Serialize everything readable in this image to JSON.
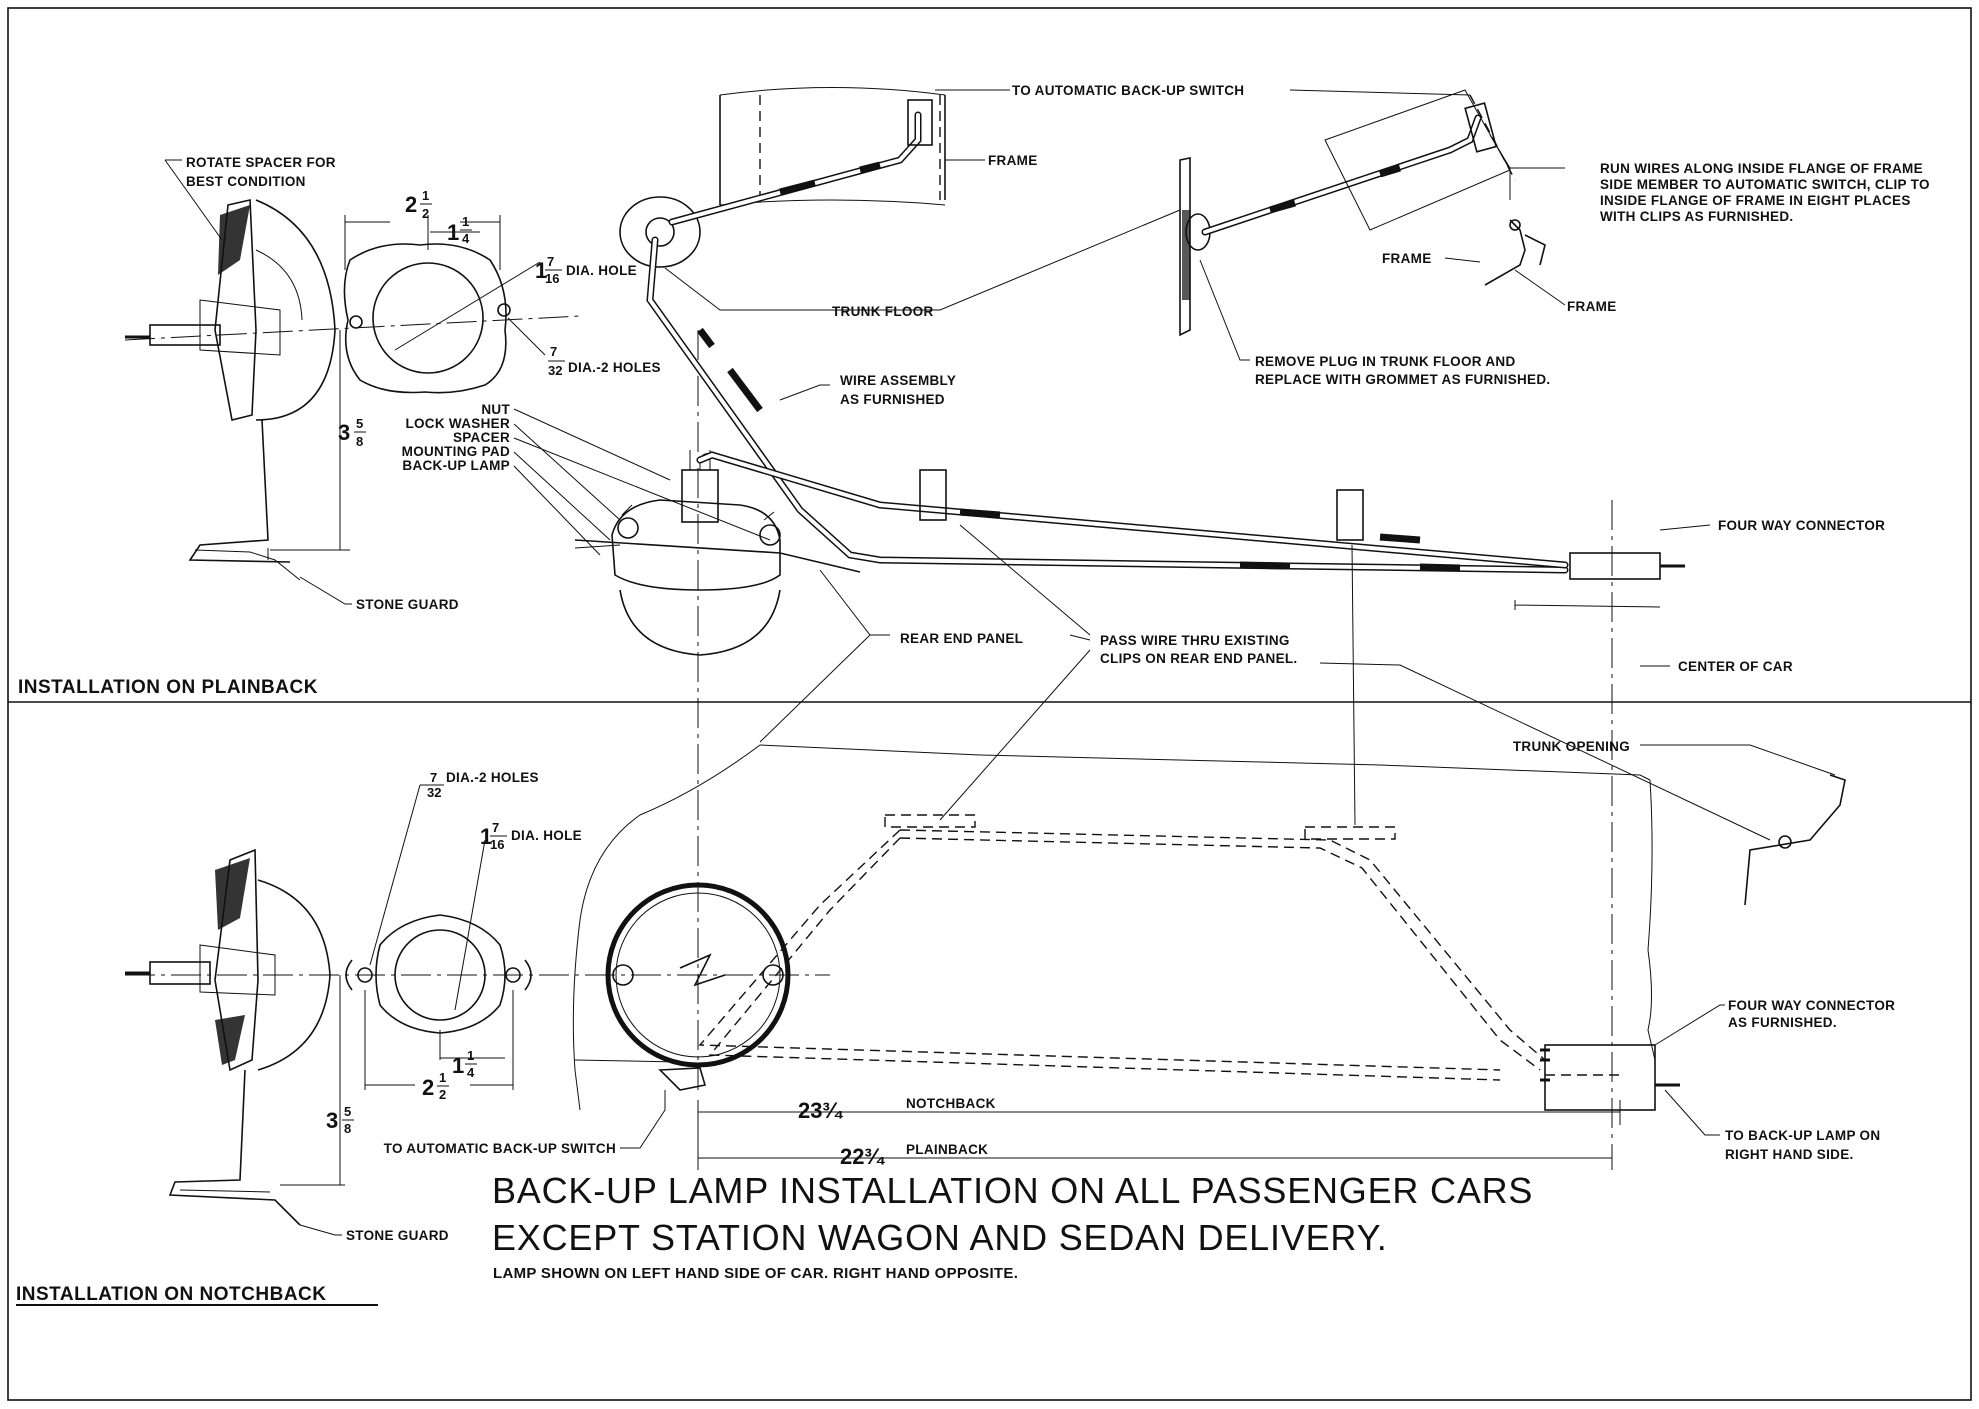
{
  "sections": {
    "plainback": "INSTALLATION ON PLAINBACK",
    "notchback": "INSTALLATION ON NOTCHBACK"
  },
  "title": {
    "line1": "BACK-UP LAMP INSTALLATION ON ALL PASSENGER CARS",
    "line2": "EXCEPT STATION WAGON AND SEDAN DELIVERY.",
    "note": "LAMP SHOWN ON LEFT HAND SIDE OF CAR.  RIGHT HAND OPPOSITE."
  },
  "labels": {
    "rotate_spacer_1": "ROTATE SPACER FOR",
    "rotate_spacer_2": "BEST CONDITION",
    "to_switch_top": "TO AUTOMATIC BACK-UP SWITCH",
    "frame_1": "FRAME",
    "frame_2": "FRAME",
    "frame_3": "FRAME",
    "run_wires_1": "RUN WIRES ALONG INSIDE FLANGE OF FRAME",
    "run_wires_2": "SIDE MEMBER TO AUTOMATIC SWITCH, CLIP TO",
    "run_wires_3": "INSIDE FLANGE OF FRAME IN EIGHT PLACES",
    "run_wires_4": "WITH CLIPS AS FURNISHED.",
    "dia_hole_top": "DIA. HOLE",
    "dia_holes_top": "DIA.-2 HOLES",
    "trunk_floor": "TRUNK FLOOR",
    "remove_plug_1": "REMOVE PLUG IN TRUNK FLOOR AND",
    "remove_plug_2": "REPLACE WITH GROMMET AS FURNISHED.",
    "wire_assembly_1": "WIRE ASSEMBLY",
    "wire_assembly_2": "AS FURNISHED",
    "nut": "NUT",
    "lock_washer": "LOCK WASHER",
    "spacer": "SPACER",
    "mounting_pad": "MOUNTING PAD",
    "back_up_lamp": "BACK-UP LAMP",
    "four_way_top": "FOUR WAY CONNECTOR",
    "stone_guard_top": "STONE GUARD",
    "rear_end_panel": "REAR END PANEL",
    "pass_wire_1": "PASS WIRE THRU EXISTING",
    "pass_wire_2": "CLIPS ON REAR END PANEL.",
    "center_of_car": "CENTER OF CAR",
    "trunk_opening": "TRUNK OPENING",
    "dia_holes_bottom": "DIA.-2 HOLES",
    "dia_hole_bottom": "DIA. HOLE",
    "four_way_bottom_1": "FOUR WAY CONNECTOR",
    "four_way_bottom_2": "AS FURNISHED.",
    "notchback_dim": "NOTCHBACK",
    "plainback_dim": "PLAINBACK",
    "to_switch_bottom": "TO AUTOMATIC BACK-UP SWITCH",
    "to_backup_lamp_1": "TO BACK-UP LAMP ON",
    "to_backup_lamp_2": "RIGHT HAND SIDE.",
    "stone_guard_bottom": "STONE GUARD"
  },
  "dimensions": {
    "top_2_whole": "2",
    "top_2_num": "1",
    "top_2_den": "2",
    "top_1_whole": "1",
    "top_1_num": "1",
    "top_1_den": "4",
    "top_hole_whole": "1",
    "top_hole_num": "7",
    "top_hole_den": "16",
    "top_small_num": "7",
    "top_small_den": "32",
    "top_3_whole": "3",
    "top_3_num": "5",
    "top_3_den": "8",
    "bot_small_num": "7",
    "bot_small_den": "32",
    "bot_hole_whole": "1",
    "bot_hole_num": "7",
    "bot_hole_den": "16",
    "bot_1_whole": "1",
    "bot_1_num": "1",
    "bot_1_den": "4",
    "bot_2_whole": "2",
    "bot_2_num": "1",
    "bot_2_den": "2",
    "bot_3_whole": "3",
    "bot_3_num": "5",
    "bot_3_den": "8",
    "notch_len": "23³⁄₄",
    "plain_len": "22³⁄₄"
  }
}
